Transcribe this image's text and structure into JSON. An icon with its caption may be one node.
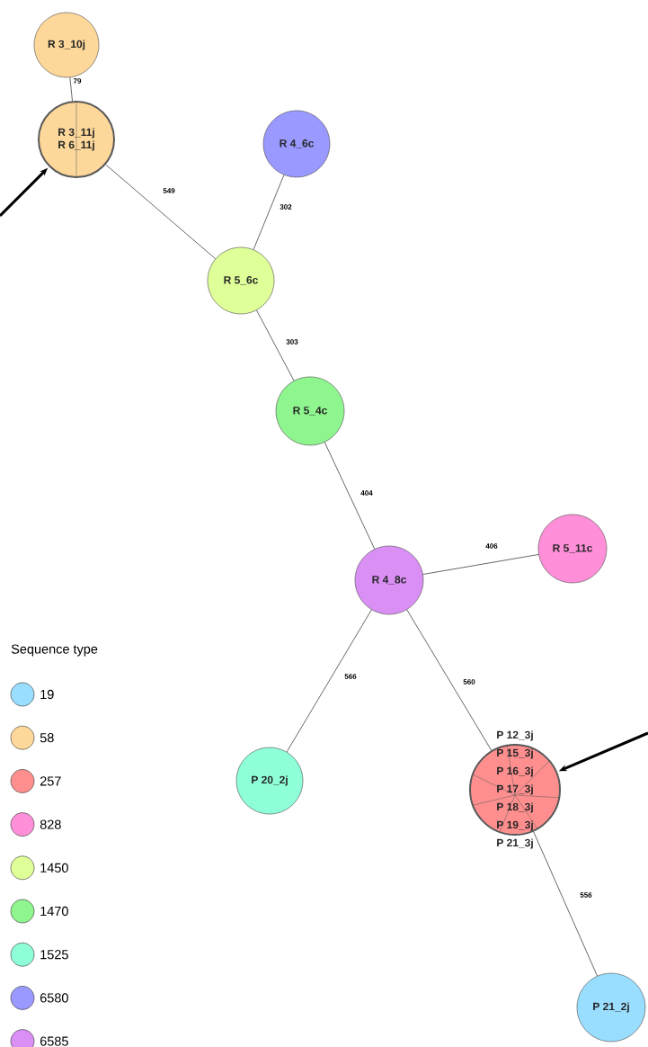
{
  "diagram": {
    "nodes": [
      {
        "text": [
          "R 3_10j"
        ]
      },
      {
        "text": [
          "R 3_11j",
          "R 6_11j"
        ]
      },
      {
        "text": [
          "R 4_6c"
        ]
      },
      {
        "text": [
          "R 5_6c"
        ]
      },
      {
        "text": [
          "R 5_4c"
        ]
      },
      {
        "text": [
          "R 4_8c"
        ]
      },
      {
        "text": [
          "R 5_11c"
        ]
      },
      {
        "text": [
          "P 20_2j"
        ]
      },
      {
        "text": [
          "P 12_3j",
          "P 15_3j",
          "P 16_3j",
          "P 17_3j",
          "P 18_3j",
          "P 19_3j",
          "P 21_3j"
        ]
      },
      {
        "text": [
          "P 21_2j"
        ]
      }
    ],
    "edges": [
      {
        "from": 0,
        "to": 1,
        "arrow": "none",
        "label": "79"
      },
      {
        "from": 1,
        "to": 3,
        "arrow": "none",
        "label": "549"
      },
      {
        "from": 2,
        "to": 3,
        "arrow": "none",
        "label": "302"
      },
      {
        "from": 3,
        "to": 4,
        "arrow": "none",
        "label": "303"
      },
      {
        "from": 4,
        "to": 5,
        "arrow": "none",
        "label": "404"
      },
      {
        "from": 5,
        "to": 6,
        "arrow": "none",
        "label": "406"
      },
      {
        "from": 5,
        "to": 7,
        "arrow": "none",
        "label": "566"
      },
      {
        "from": 5,
        "to": 8,
        "arrow": "none",
        "label": "560"
      },
      {
        "from": 8,
        "to": 9,
        "arrow": "none",
        "label": "556"
      },
      {
        "from": null,
        "to": 1,
        "arrow": "to",
        "style": "thick"
      },
      {
        "from": null,
        "to": 8,
        "arrow": "to",
        "style": "thick"
      }
    ],
    "labels": [
      "Sequence type"
    ],
    "legend": [
      {
        "text": "19",
        "color": "#99ddff"
      },
      {
        "text": "58",
        "color": "#fdd89a"
      },
      {
        "text": "257",
        "color": "#ff8f8f"
      },
      {
        "text": "828",
        "color": "#ff8fd8"
      },
      {
        "text": "1450",
        "color": "#dfff99"
      },
      {
        "text": "1470",
        "color": "#8ff58f"
      },
      {
        "text": "1525",
        "color": "#8fffd8"
      },
      {
        "text": "6580",
        "color": "#9999ff"
      },
      {
        "text": "6585",
        "color": "#da8ff5"
      }
    ]
  }
}
